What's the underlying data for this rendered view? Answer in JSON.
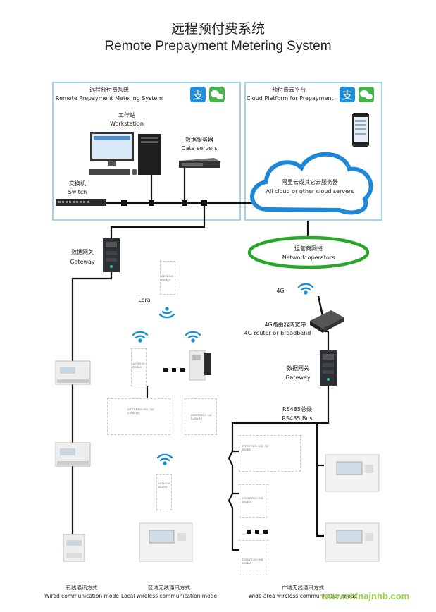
{
  "title": {
    "cn": "远程预付费系统",
    "en": "Remote Prepayment Metering System"
  },
  "left_panel": {
    "cn": "远程预付费系统",
    "en": "Remote Prepayment Metering System"
  },
  "right_panel": {
    "cn": "预付费云平台",
    "en": "Cloud Platform for Prepayment"
  },
  "workstation": {
    "cn": "工作站",
    "en": "Workstation"
  },
  "data_servers": {
    "cn": "数据服务器",
    "en": "Data servers"
  },
  "switch": {
    "cn": "交换机",
    "en": "Switch"
  },
  "cloud": {
    "cn": "阿里云或其它云服务器",
    "en": "Ali cloud or other cloud servers"
  },
  "network_operators": {
    "cn": "运营商网络",
    "en": "Network operators"
  },
  "gateway_left": {
    "cn": "数据网关",
    "en": "Gateway"
  },
  "gateway_right": {
    "cn": "数据网关",
    "en": "Gateway"
  },
  "lora": "Lora",
  "label_4g": "4G",
  "router": {
    "cn": "4G路由器或宽带",
    "en": "4G router or broadband"
  },
  "rs485": {
    "cn": "RS485总线",
    "en": "RS485 Bus"
  },
  "devices": {
    "aew100_a": "AEW100\nRS485",
    "aew100_b": "AEW100\nRS485",
    "aew100_c": "AEW100\nRS485",
    "dtsy_lora": "DTSY1352-NK（B）\nLoRa IP",
    "ddsy_lora": "DDSY1352-NK\nLoRa IP",
    "dtsy_rs": "DTSY1352-NK（B）\nRS485",
    "ddsy_rs_a": "DDSY1352-NK\nRS485",
    "ddsy_rs_b": "DDSY1352-NK\nRS485"
  },
  "footer": {
    "wired": {
      "cn": "有线通讯方式",
      "en": "Wired communication mode"
    },
    "local": {
      "cn": "区域无线通讯方式",
      "en": "Local wireless communication mode"
    },
    "wide": {
      "cn": "广域无线通讯方式",
      "en": "Wide area wireless communication mode"
    }
  },
  "watermark": "www.chinajnhb.com",
  "colors": {
    "panel_border": "#a6d3e8",
    "cloud": "#1f87d8",
    "operator_ring": "#2aa62a",
    "wifi": "#1b8fd6",
    "alipay": "#1a8fe3",
    "wechat": "#44b549"
  }
}
